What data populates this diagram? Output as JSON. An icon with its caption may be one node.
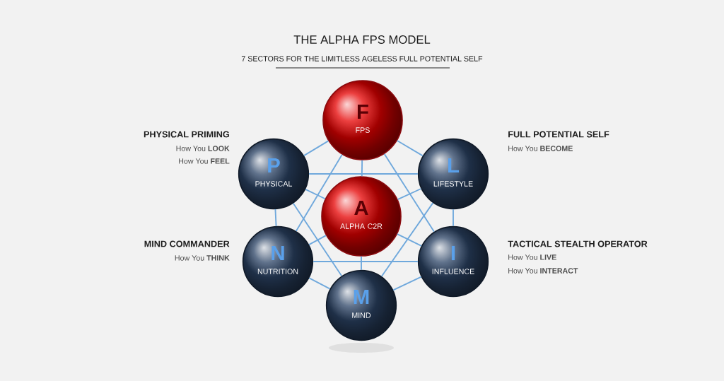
{
  "diagram": {
    "title": "THE ALPHA FPS MODEL",
    "nodes": [
      {
        "text": [
          "F",
          "FPS"
        ]
      },
      {
        "text": [
          "P",
          "PHYSICAL"
        ]
      },
      {
        "text": [
          "L",
          "LIFESTYLE"
        ]
      },
      {
        "text": [
          "A",
          "ALPHA C2R"
        ]
      },
      {
        "text": [
          "N",
          "NUTRITION"
        ]
      },
      {
        "text": [
          "I",
          "INFLUENCE"
        ]
      },
      {
        "text": [
          "M",
          "MIND"
        ]
      }
    ],
    "edges": [
      {
        "from": 0,
        "to": 1,
        "arrow": "none"
      },
      {
        "from": 0,
        "to": 2,
        "arrow": "none"
      },
      {
        "from": 0,
        "to": 3,
        "arrow": "none"
      },
      {
        "from": 0,
        "to": 4,
        "arrow": "none"
      },
      {
        "from": 0,
        "to": 5,
        "arrow": "none"
      },
      {
        "from": 1,
        "to": 2,
        "arrow": "none"
      },
      {
        "from": 1,
        "to": 3,
        "arrow": "none"
      },
      {
        "from": 1,
        "to": 4,
        "arrow": "none"
      },
      {
        "from": 1,
        "to": 6,
        "arrow": "none"
      },
      {
        "from": 2,
        "to": 3,
        "arrow": "none"
      },
      {
        "from": 2,
        "to": 5,
        "arrow": "none"
      },
      {
        "from": 2,
        "to": 6,
        "arrow": "none"
      },
      {
        "from": 3,
        "to": 4,
        "arrow": "none"
      },
      {
        "from": 3,
        "to": 5,
        "arrow": "none"
      },
      {
        "from": 3,
        "to": 6,
        "arrow": "none"
      },
      {
        "from": 4,
        "to": 5,
        "arrow": "none"
      },
      {
        "from": 4,
        "to": 6,
        "arrow": "none"
      },
      {
        "from": 5,
        "to": 6,
        "arrow": "none"
      }
    ],
    "labels": [
      "7 SECTORS FOR THE LIMITLESS AGELESS FULL POTENTIAL SELF",
      "PHYSICAL PRIMING",
      "How You **LOOK**",
      "How You **FEEL**",
      "FULL POTENTIAL SELF",
      "How You **BECOME**",
      "MIND COMMANDER",
      "How You **THINK**",
      "TACTICAL  STEALTH  OPERATOR",
      "How You **LIVE**",
      "How You **INTERACT**"
    ]
  }
}
